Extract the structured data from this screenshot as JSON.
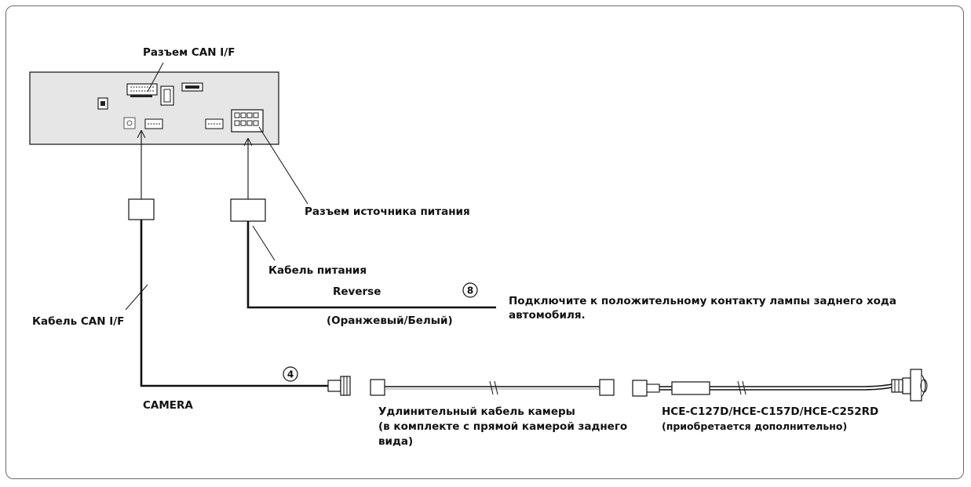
{
  "labels": {
    "can_connector": "Разъем CAN I/F",
    "power_connector": "Разъем источника питания",
    "power_cable": "Кабель питания",
    "reverse": "Reverse",
    "reverse_color": "(Оранжевый/Белый)",
    "reverse_note_line1": "Подключите к положительному контакту лампы заднего хода",
    "reverse_note_line2": "автомобиля.",
    "can_cable": "Кабель CAN I/F",
    "camera": "CAMERA",
    "ext_cable_line1": "Удлинительный кабель камеры",
    "ext_cable_line2": "(в комплекте с прямой камерой заднего",
    "ext_cable_line3": "вида)",
    "camera_models": "HCE-C127D/HCE-C157D/HCE-C252RD",
    "camera_optional": "(приобретается дополнительно)"
  },
  "callouts": {
    "reverse_num": "8",
    "camera_num": "4"
  },
  "colors": {
    "unit_fill": "#e6e6e6",
    "line": "#111111",
    "frame": "#6b6b6b"
  }
}
